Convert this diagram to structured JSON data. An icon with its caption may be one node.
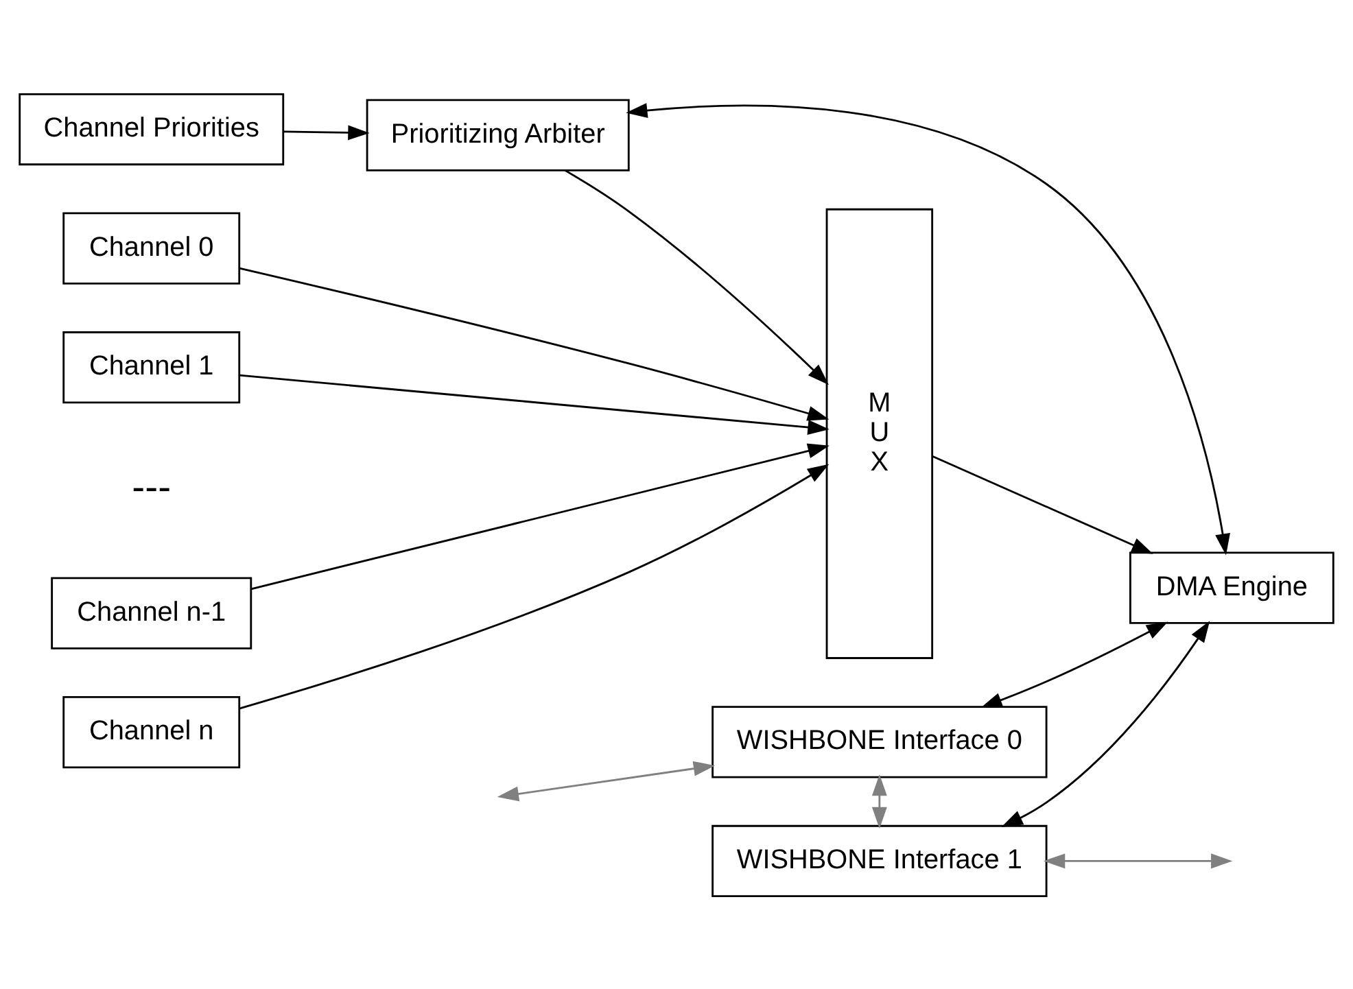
{
  "diagram": {
    "nodes": [
      {
        "text": [
          "Channel Priorities"
        ]
      },
      {
        "text": [
          "Prioritizing Arbiter"
        ]
      },
      {
        "text": [
          "Channel 0"
        ]
      },
      {
        "text": [
          "Channel 1"
        ]
      },
      {
        "text": [
          "Channel n-1"
        ]
      },
      {
        "text": [
          "Channel n"
        ]
      },
      {
        "text": [
          "M U X"
        ]
      },
      {
        "text": [
          "DMA Engine"
        ]
      },
      {
        "text": [
          "WISHBONE Interface 0"
        ]
      },
      {
        "text": [
          "WISHBONE Interface 1"
        ]
      }
    ],
    "edges": [
      {
        "from": 0,
        "to": 1,
        "arrow": "to"
      },
      {
        "from": 1,
        "to": 6,
        "arrow": "to"
      },
      {
        "from": 1,
        "to": 7,
        "arrow": "both"
      },
      {
        "from": 2,
        "to": 6,
        "arrow": "to"
      },
      {
        "from": 3,
        "to": 6,
        "arrow": "to"
      },
      {
        "from": 4,
        "to": 6,
        "arrow": "to"
      },
      {
        "from": 5,
        "to": 6,
        "arrow": "to"
      },
      {
        "from": 6,
        "to": 7,
        "arrow": "to"
      },
      {
        "from": 8,
        "to": 7,
        "arrow": "both"
      },
      {
        "from": 9,
        "to": 7,
        "arrow": "both"
      },
      {
        "from": 8,
        "to": 9,
        "arrow": "both",
        "color": "#808080"
      },
      {
        "from": null,
        "to": 8,
        "arrow": "both",
        "color": "#808080"
      },
      {
        "from": 9,
        "to": null,
        "arrow": "both",
        "color": "#808080"
      }
    ],
    "labels": [
      "---"
    ]
  }
}
